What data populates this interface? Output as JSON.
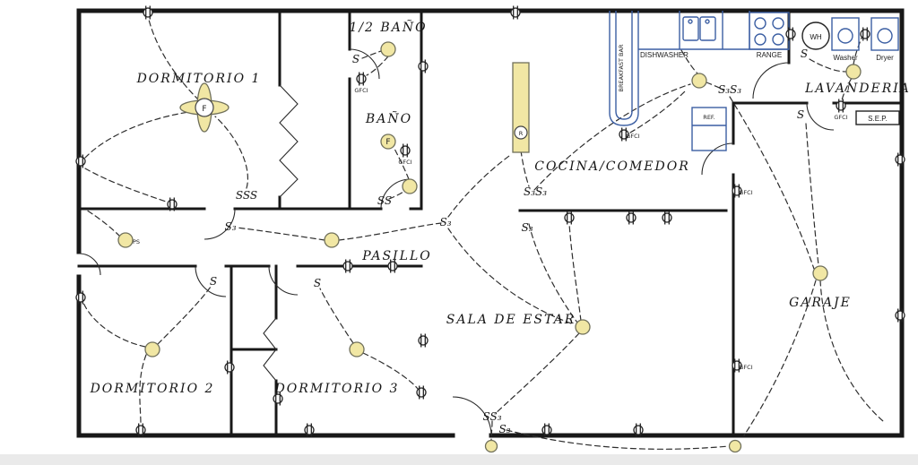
{
  "meta": {
    "type": "electrical-floor-plan"
  },
  "colors": {
    "wall": "#181818",
    "light_fill": "#f1e7a4",
    "fixture_blue": "#3c5fa3",
    "wire": "#2e2e2e"
  },
  "rooms": {
    "dormitorio1": "DORMITORIO 1",
    "half_bath": "1/2 BAÑO",
    "bath": "BAÑO",
    "kitchen": "COCINA/COMEDOR",
    "laundry": "LAVANDERIA",
    "hallway": "PASILLO",
    "dormitorio2": "DORMITORIO 2",
    "dormitorio3": "DORMITORIO 3",
    "living": "SALA DE ESTAR",
    "garage": "GARAJE"
  },
  "appliances": {
    "dishwasher": "DISHWASHER",
    "breakfast_bar": "BREAKFAST BAR",
    "range": "RANGE",
    "water_heater": "WH",
    "washer": "Washer",
    "dryer": "Dryer",
    "refrigerator": "REF.",
    "service_panel": "S.E.P."
  },
  "labels": {
    "gfci": "GFCI",
    "fan": "F",
    "recessed": "R",
    "pull_switch": "PS"
  },
  "switches": {
    "s": "S",
    "ss": "SS",
    "sss": "SSS",
    "s3": "S₃",
    "s3s3": "S₃S₃",
    "ss3": "SS₃"
  }
}
